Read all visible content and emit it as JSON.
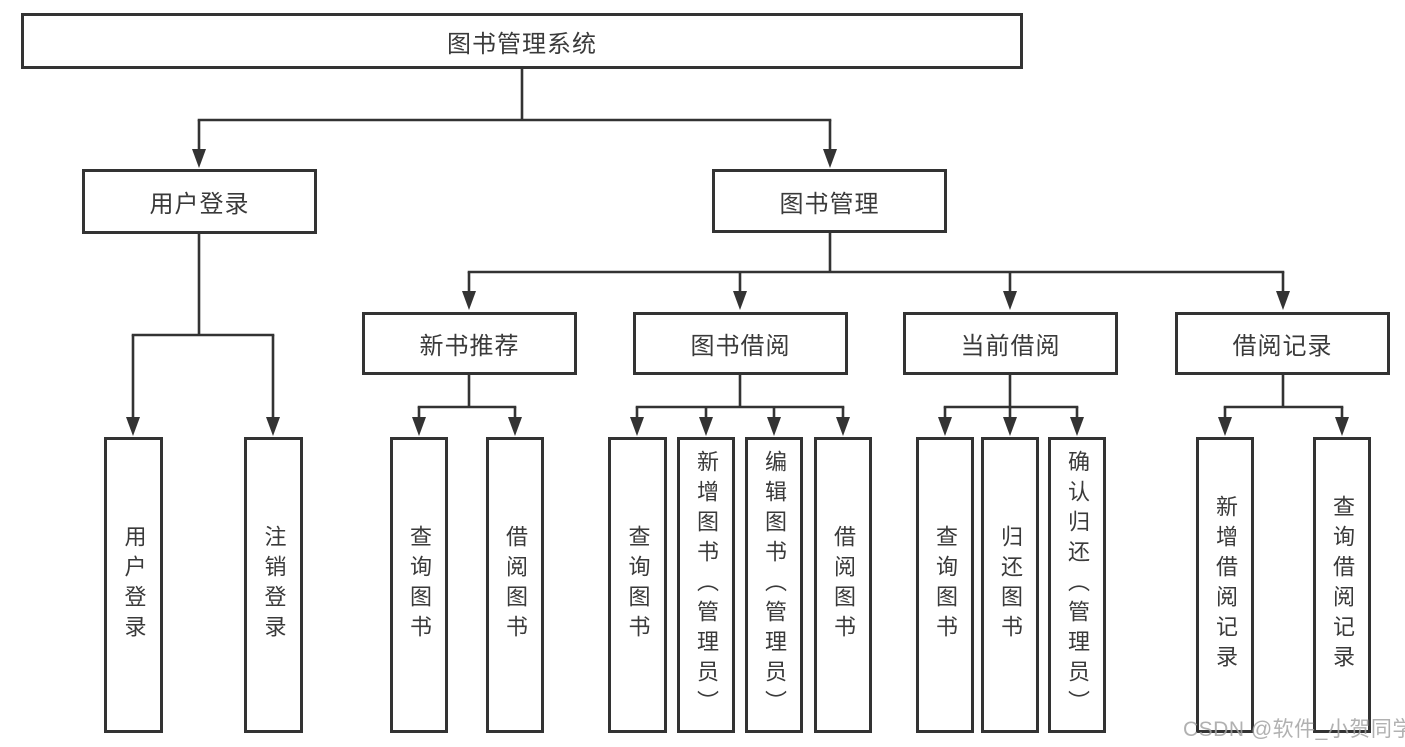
{
  "diagram": {
    "title": "图书管理系统",
    "branches": [
      {
        "label": "用户登录",
        "leaves": [
          {
            "label": "用户登录"
          },
          {
            "label": "注销登录"
          }
        ]
      },
      {
        "label": "图书管理",
        "groups": [
          {
            "label": "新书推荐",
            "leaves": [
              {
                "label": "查询图书"
              },
              {
                "label": "借阅图书"
              }
            ]
          },
          {
            "label": "图书借阅",
            "leaves": [
              {
                "label": "查询图书"
              },
              {
                "label": "新增图书（管理员）"
              },
              {
                "label": "编辑图书（管理员）"
              },
              {
                "label": "借阅图书"
              }
            ]
          },
          {
            "label": "当前借阅",
            "leaves": [
              {
                "label": "查询图书"
              },
              {
                "label": "归还图书"
              },
              {
                "label": "确认归还（管理员）"
              }
            ]
          },
          {
            "label": "借阅记录",
            "leaves": [
              {
                "label": "新增借阅记录"
              },
              {
                "label": "查询借阅记录"
              }
            ]
          }
        ]
      }
    ]
  },
  "watermark": {
    "text": "CSDN @软件_小贺同学"
  },
  "colors": {
    "line": "#333333",
    "box_border": "#333333",
    "text": "#3a3a3a",
    "watermark": "#a3a3a3",
    "background": "#ffffff"
  }
}
